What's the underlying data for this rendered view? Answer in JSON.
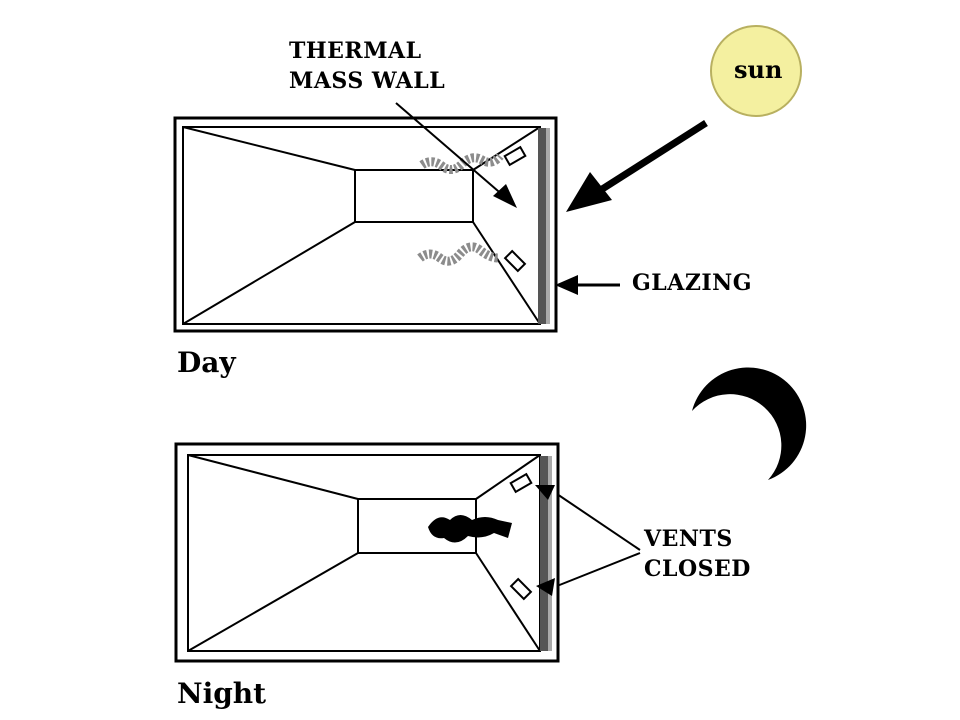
{
  "labels": {
    "thermal_line1": "THERMAL",
    "thermal_line2": "MASS  WALL",
    "sun": "sun",
    "glazing": "GLAZING",
    "day": "Day",
    "vents_line1": "VENTS",
    "vents_line2": "CLOSED",
    "night": "Night"
  },
  "colors": {
    "sun_fill": "#f4f0a0",
    "heat_wave": "#8c8c8c",
    "ink": "#000000"
  }
}
